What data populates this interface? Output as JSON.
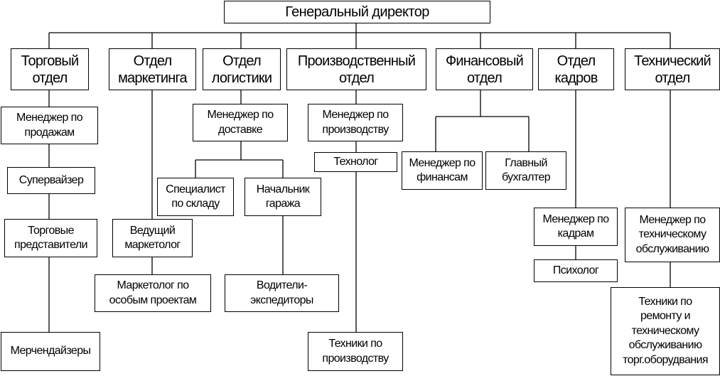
{
  "chart": {
    "root": "Генеральный директор",
    "departments": [
      {
        "title": "Торговый\nотдел",
        "staff": [
          "Менеджер по\nпродажам",
          "Супервайзер",
          "Торговые\nпредставители",
          "Мерчендайзеры"
        ]
      },
      {
        "title": "Отдел\nмаркетинга",
        "staff": [
          "Ведущий\nмаркетолог",
          "Маркетолог по\nособым проектам"
        ]
      },
      {
        "title": "Отдел\nлогистики",
        "staff": [
          "Менеджер по\nдоставке",
          "Специалист\nпо складу",
          "Начальник\nгаража",
          "Водители-\nэкспедиторы"
        ]
      },
      {
        "title": "Производственный\nотдел",
        "staff": [
          "Менеджер по\nпроизводству",
          "Технолог",
          "Техники по\nпроизводству"
        ]
      },
      {
        "title": "Финансовый\nотдел",
        "staff": [
          "Менеджер по\nфинансам",
          "Главный\nбухгалтер"
        ]
      },
      {
        "title": "Отдел\nкадров",
        "staff": [
          "Менеджер по\nкадрам",
          "Психолог"
        ]
      },
      {
        "title": "Технический\nотдел",
        "staff": [
          "Менеджер по\nтехническому\nобслуживанию",
          "Техники по\nремонту и\nтехническому\nобслуживанию\nторг.оборудвания"
        ]
      }
    ]
  }
}
